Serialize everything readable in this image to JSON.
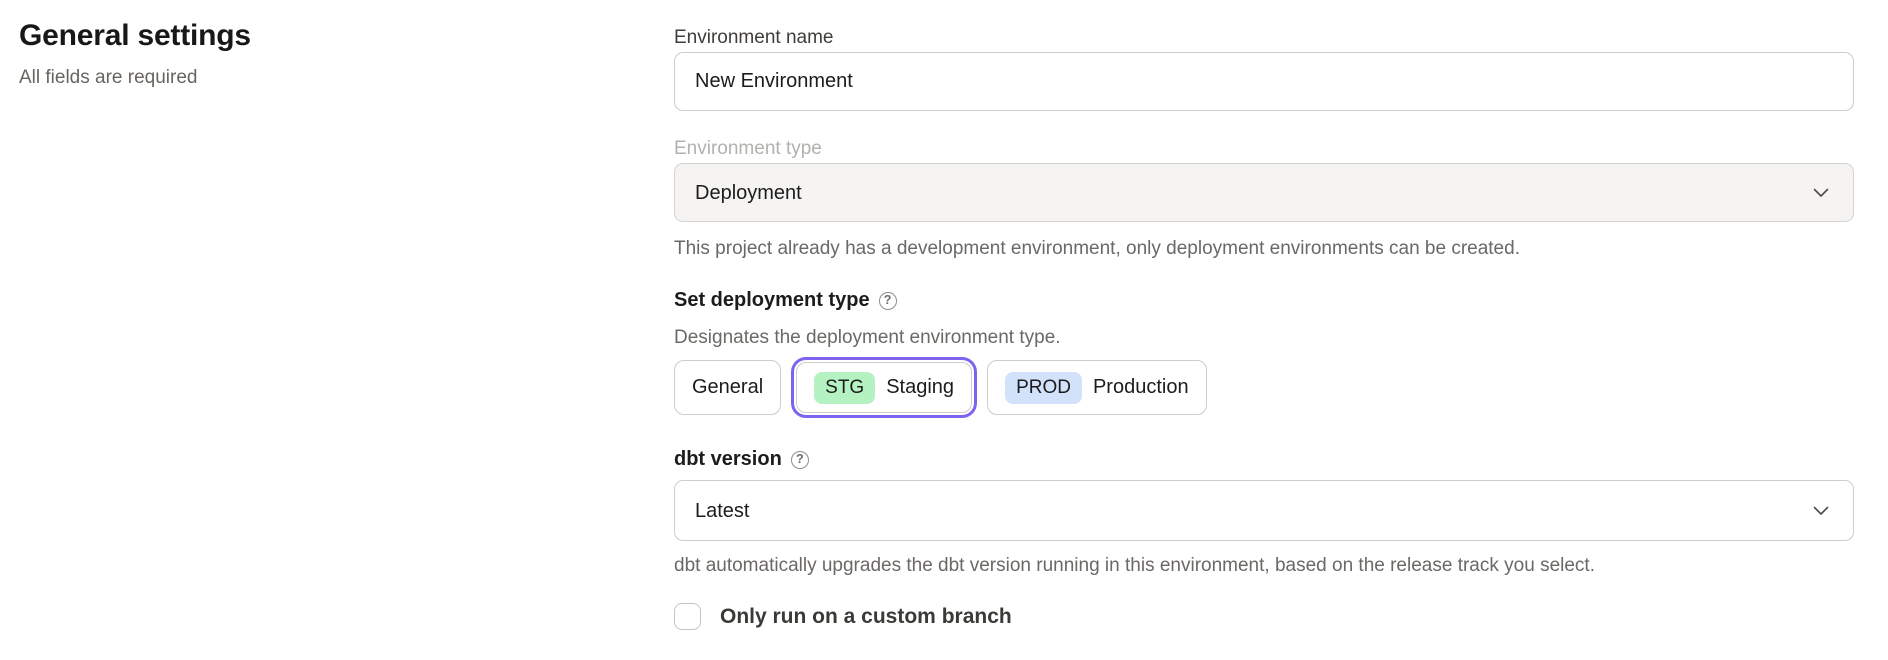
{
  "page": {
    "title": "General settings",
    "subtitle": "All fields are required"
  },
  "form": {
    "environment_name": {
      "label": "Environment name",
      "value": "New Environment"
    },
    "environment_type": {
      "label": "Environment type",
      "value": "Deployment",
      "disabled": true,
      "helper": "This project already has a development environment, only deployment environments can be created."
    },
    "deployment_type": {
      "label": "Set deployment type",
      "helper": "Designates the deployment environment type.",
      "options": [
        {
          "label": "General",
          "badge": null,
          "selected": false
        },
        {
          "label": "Staging",
          "badge": "STG",
          "badge_color": "#b5f2c1",
          "selected": true
        },
        {
          "label": "Production",
          "badge": "PROD",
          "badge_color": "#d3e2fb",
          "selected": false
        }
      ]
    },
    "dbt_version": {
      "label": "dbt version",
      "value": "Latest",
      "helper": "dbt automatically upgrades the dbt version running in this environment, based on the release track you select."
    },
    "custom_branch": {
      "label": "Only run on a custom branch",
      "checked": false
    }
  },
  "icons": {
    "help_glyph": "?",
    "chevron": "chevron-down"
  },
  "colors": {
    "accent_purple": "#7e63f1",
    "badge_green": "#b5f2c1",
    "badge_blue": "#d3e2fb",
    "disabled_field_bg": "#f5f4f2"
  }
}
